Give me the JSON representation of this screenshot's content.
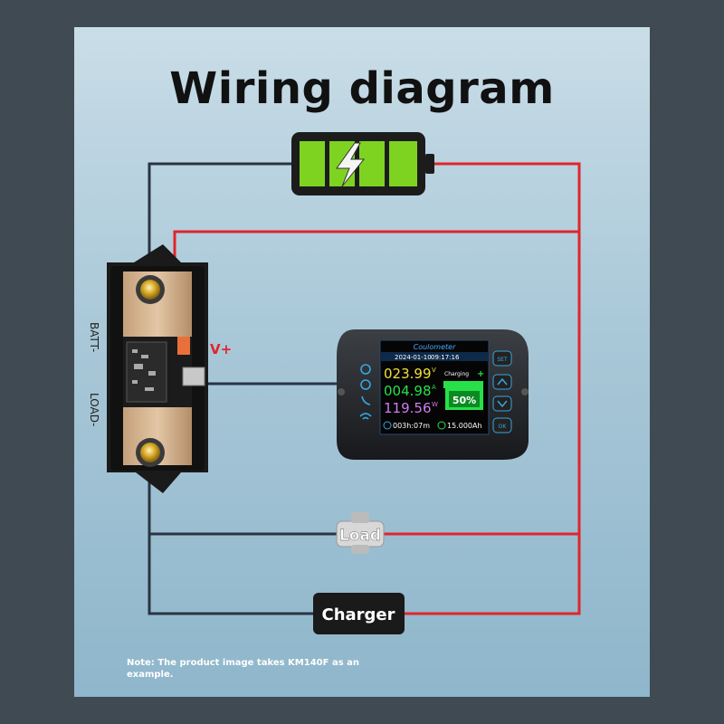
{
  "title": "Wiring diagram",
  "note": "Note: The product image takes KM140F as an example.",
  "shunt": {
    "batt_label": "BATT-",
    "load_label": "LOAD-",
    "vplus_label": "V+"
  },
  "meter": {
    "brand": "Coulometer",
    "date": "2024-01-10",
    "time": "09:17:16",
    "voltage": "023.99",
    "voltage_unit": "V",
    "current": "004.98",
    "current_unit": "A",
    "power": "119.56",
    "power_unit": "W",
    "status": "Charging",
    "percent": "50%",
    "runtime": "003h:07m",
    "capacity": "15.000Ah",
    "buttons": {
      "set": "SET",
      "ok": "OK"
    }
  },
  "load_label": "Load",
  "charger_label": "Charger",
  "colors": {
    "positive_wire": "#e0262b",
    "negative_wire": "#2a3442",
    "battery_green": "#7ed321",
    "meter_voltage": "#f2e03a",
    "meter_current": "#27e04a",
    "meter_power": "#d07cf0"
  }
}
